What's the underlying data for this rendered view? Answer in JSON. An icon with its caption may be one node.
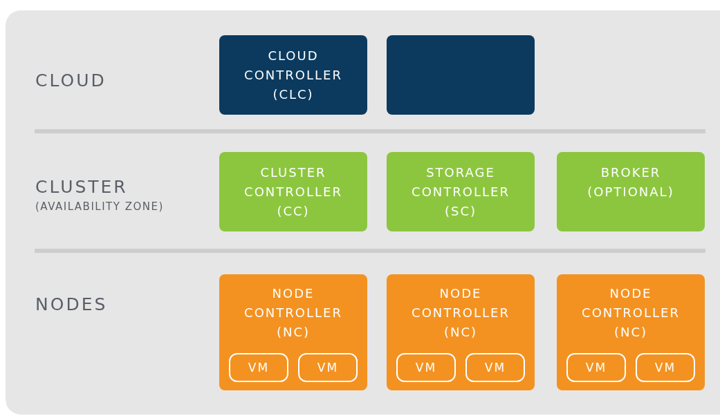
{
  "diagram": {
    "nodes": [
      {
        "text": [
          "CLOUD CONTROLLER (CLC)"
        ]
      },
      {
        "text": [],
        "shape": "box"
      },
      {
        "text": [
          "CLUSTER CONTROLLER (CC)"
        ]
      },
      {
        "text": [
          "STORAGE CONTROLLER (SC)"
        ]
      },
      {
        "text": [
          "BROKER (OPTIONAL)"
        ]
      },
      {
        "text": [
          "NODE CONTROLLER (NC)"
        ]
      },
      {
        "text": [
          "VM"
        ],
        "in": 5
      },
      {
        "text": [
          "VM"
        ],
        "in": 5
      },
      {
        "text": [
          "NODE CONTROLLER (NC)"
        ]
      },
      {
        "text": [
          "VM"
        ],
        "in": 8
      },
      {
        "text": [
          "VM"
        ],
        "in": 8
      },
      {
        "text": [
          "NODE CONTROLLER (NC)"
        ]
      },
      {
        "text": [
          "VM"
        ],
        "in": 11
      },
      {
        "text": [
          "VM"
        ],
        "in": 11
      }
    ],
    "labels": [
      "CLOUD",
      "CLUSTER",
      "(AVAILABILITY ZONE)",
      "NODES"
    ]
  }
}
